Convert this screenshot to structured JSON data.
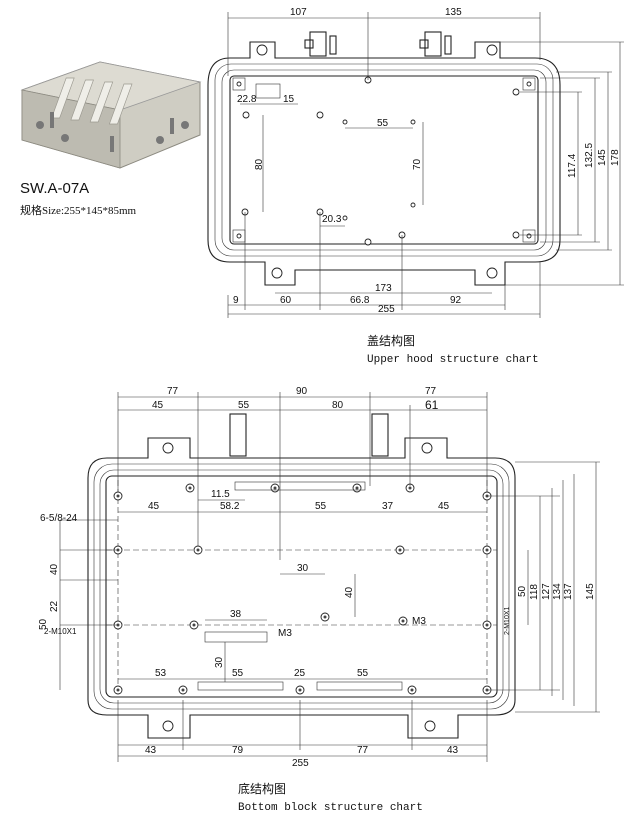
{
  "product": {
    "model": "SW.A-07A",
    "spec": "规格Size:255*145*85mm"
  },
  "upper": {
    "title_cn": "盖结构图",
    "title_en": "Upper hood structure chart",
    "dims_top": [
      "107",
      "135"
    ],
    "dims_right": [
      "117.4",
      "132.5",
      "145",
      "178"
    ],
    "dims_bottom": [
      "173",
      "9",
      "60",
      "66.8",
      "92",
      "255"
    ],
    "dims_inner": [
      "22.8",
      "15",
      "55",
      "80",
      "70",
      "20.3"
    ]
  },
  "bottom": {
    "title_cn": "底结构图",
    "title_en": "Bottom block structure chart",
    "dims_top_row1": [
      "77",
      "90",
      "77"
    ],
    "dims_top_row2": [
      "45",
      "55",
      "80",
      "61"
    ],
    "dims_inner": [
      "11.5",
      "58.2",
      "45",
      "55",
      "37",
      "45",
      "30",
      "40",
      "38",
      "30",
      "53",
      "55",
      "25",
      "55"
    ],
    "dims_left": [
      "6-5/8-24",
      "40",
      "22",
      "50",
      "2-M10X1"
    ],
    "dims_right": [
      "50",
      "118",
      "127",
      "134",
      "137",
      "145",
      "2-M10X1"
    ],
    "dims_bottom": [
      "43",
      "79",
      "77",
      "43",
      "255"
    ],
    "labels_m3": [
      "M3",
      "M3"
    ]
  }
}
